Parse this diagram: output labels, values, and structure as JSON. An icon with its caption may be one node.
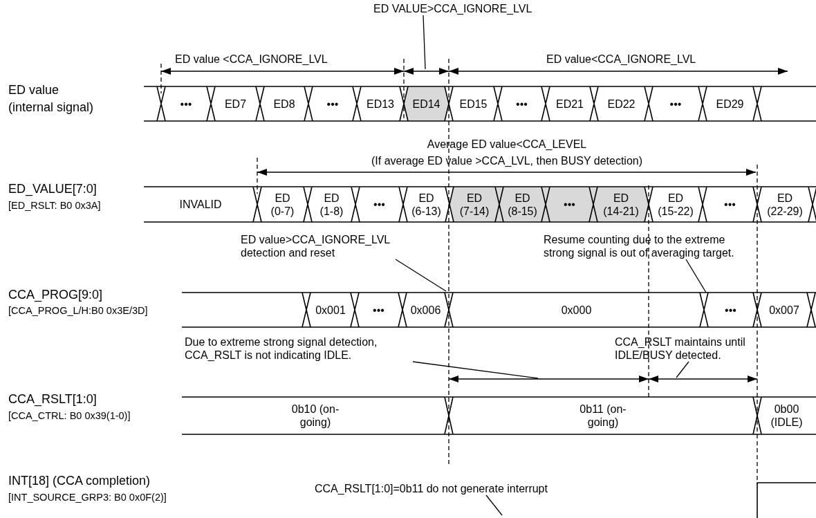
{
  "diagram": {
    "nodes": [
      {
        "text": [
          "ED VALUE>CCA_IGNORE_LVL"
        ]
      },
      {
        "text": [
          "ED value>CCA_IGNORE_LVL detection and reset"
        ]
      },
      {
        "text": [
          "Resume counting due to the extreme strong signal is out of averaging target."
        ]
      },
      {
        "text": [
          "Due to extreme strong signal detection, CCA_RSLT is not indicating IDLE."
        ]
      },
      {
        "text": [
          "CCA_RSLT maintains until IDLE/BUSY detected."
        ]
      },
      {
        "text": [
          "CCA_RSLT[1:0]=0b11 do not generate interrupt"
        ]
      }
    ],
    "edges": [
      {
        "from": 0,
        "to": null,
        "arrow": "none"
      },
      {
        "from": 1,
        "to": null,
        "arrow": "none"
      },
      {
        "from": 2,
        "to": null,
        "arrow": "none"
      },
      {
        "from": 3,
        "to": null,
        "arrow": "none"
      },
      {
        "from": 4,
        "to": null,
        "arrow": "none"
      },
      {
        "from": 5,
        "to": null,
        "arrow": "none"
      }
    ],
    "labels": [
      "ED value <CCA_IGNORE_LVL",
      "ED value<CCA_IGNORE_LVL",
      "ED value",
      "(internal signal)",
      "•••",
      "ED7",
      "ED8",
      "•••",
      "ED13",
      "ED14",
      "ED15",
      "•••",
      "ED21",
      "ED22",
      "•••",
      "ED29",
      "Average ED value<CCA_LEVEL",
      "(If average ED value >CCA_LVL, then BUSY detection)",
      "ED_VALUE[7:0]",
      "[ED_RSLT: B0 0x3A]",
      "INVALID",
      "ED (0-7)",
      "ED (1-8)",
      "•••",
      "ED (6-13)",
      "ED (7-14)",
      "ED (8-15)",
      "•••",
      "ED (14-21)",
      "ED (15-22)",
      "•••",
      "ED (22-29)",
      "CCA_PROG[9:0]",
      "[CCA_PROG_L/H:B0 0x3E/3D]",
      "0x001",
      "•••",
      "0x006",
      "0x000",
      "•••",
      "0x007",
      "CCA_RSLT[1:0]",
      "[CCA_CTRL: B0 0x39(1-0)]",
      "0b10 (on-going)",
      "0b11 (on-going)",
      "0b00 (IDLE)",
      "INT[18] (CCA completion)",
      "[INT_SOURCE_GRP3: B0 0x0F(2)]"
    ]
  }
}
